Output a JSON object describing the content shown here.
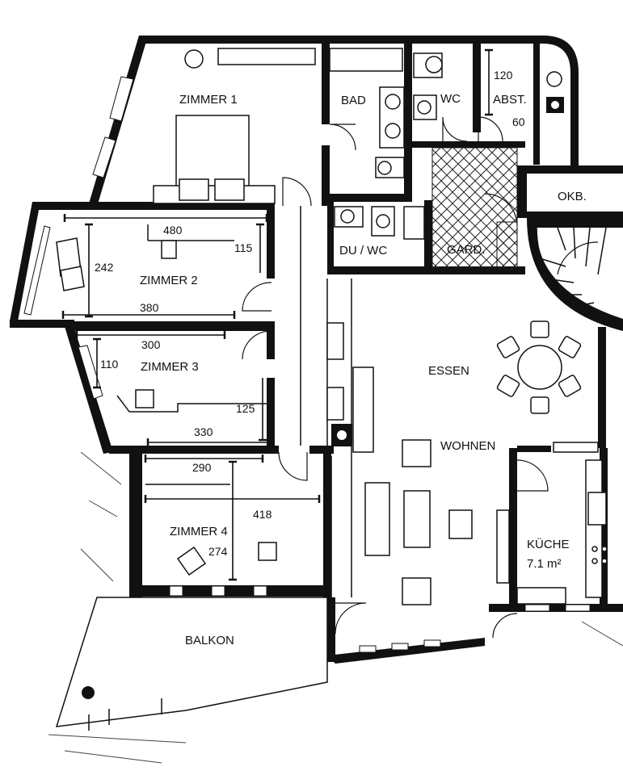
{
  "rooms": {
    "zimmer1": "ZIMMER 1",
    "bad": "BAD",
    "wc": "WC",
    "abst": "ABST.",
    "okb": "OKB.",
    "zimmer2": "ZIMMER 2",
    "du_wc": "DU / WC",
    "gard": "GARD.",
    "zimmer3": "ZIMMER 3",
    "essen": "ESSEN",
    "wohnen": "WOHNEN",
    "zimmer4": "ZIMMER 4",
    "kueche": "KÜCHE",
    "kueche_area": "7.1 m²",
    "balkon": "BALKON"
  },
  "dimensions": {
    "abst_w": "120",
    "abst_h": "60",
    "z2_top": "480",
    "z2_right": "115",
    "z2_left": "242",
    "z2_bottom": "380",
    "z3_top": "300",
    "z3_left": "110",
    "z3_right": "125",
    "z3_bottom": "330",
    "z4_top": "290",
    "z4_width": "418",
    "z4_height": "274"
  },
  "colors": {
    "wall": "#111111",
    "background": "#ffffff"
  }
}
